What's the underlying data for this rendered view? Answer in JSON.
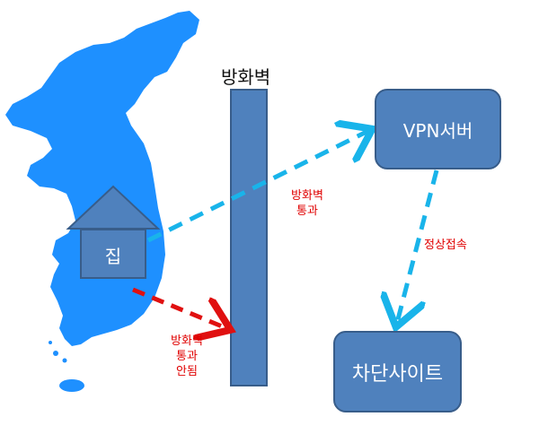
{
  "firewall": {
    "title": "방화벽"
  },
  "vpn_server": {
    "label": "VPN서버"
  },
  "blocked_site": {
    "label": "차단사이트"
  },
  "home": {
    "label": "집"
  },
  "arrows": {
    "pass_label_line1": "방화벽",
    "pass_label_line2": "통과",
    "block_label_line1": "방화벽",
    "block_label_line2": "통과",
    "block_label_line3": "안됨",
    "normal_label": "정상접속"
  },
  "colors": {
    "map_fill": "#1e90ff",
    "box_fill": "#4f81bd",
    "box_border": "#385d8a",
    "pass_arrow": "#19b4ea",
    "block_arrow": "#e01010",
    "label_red": "#e00000"
  }
}
